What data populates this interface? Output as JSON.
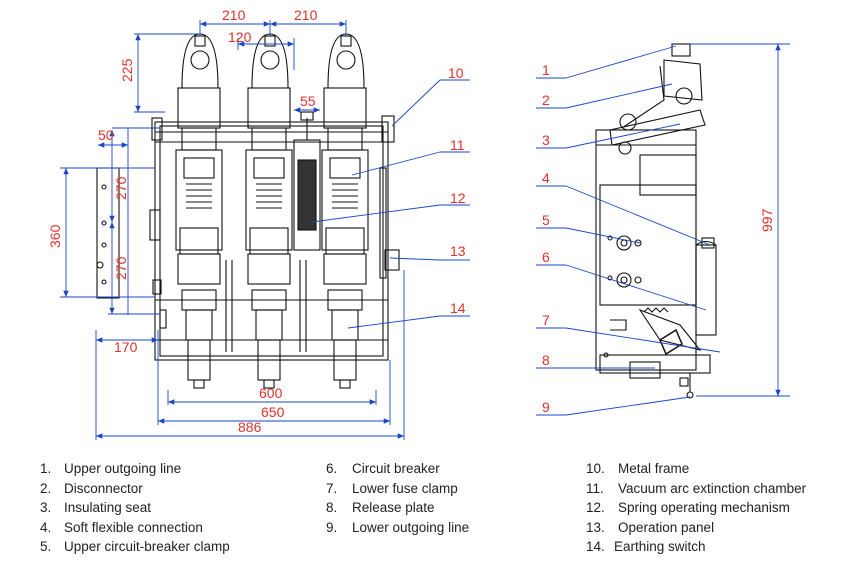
{
  "front_view": {
    "dimensions": [
      "210",
      "210",
      "120",
      "225",
      "55",
      "50",
      "270",
      "360",
      "270",
      "170",
      "600",
      "650",
      "886"
    ]
  },
  "side_view": {
    "callouts": [
      "1",
      "2",
      "3",
      "4",
      "5",
      "6",
      "7",
      "8",
      "9",
      "10",
      "11",
      "12",
      "13",
      "14"
    ],
    "height_dimension": "997"
  },
  "legend": [
    {
      "num": "1.",
      "label": "Upper outgoing line"
    },
    {
      "num": "2.",
      "label": "Disconnector"
    },
    {
      "num": "3.",
      "label": "Insulating seat"
    },
    {
      "num": "4.",
      "label": "Soft flexible connection"
    },
    {
      "num": "5.",
      "label": "Upper circuit-breaker clamp"
    },
    {
      "num": "6.",
      "label": "Circuit breaker"
    },
    {
      "num": "7.",
      "label": "Lower fuse clamp"
    },
    {
      "num": "8.",
      "label": "Release plate"
    },
    {
      "num": "9.",
      "label": "Lower outgoing line"
    },
    {
      "num": "10.",
      "label": "Metal frame"
    },
    {
      "num": "11.",
      "label": "Vacuum arc extinction chamber"
    },
    {
      "num": "12.",
      "label": "Spring operating mechanism"
    },
    {
      "num": "13.",
      "label": "Operation panel"
    },
    {
      "num": "14.",
      "label": "Earthing switch"
    }
  ]
}
